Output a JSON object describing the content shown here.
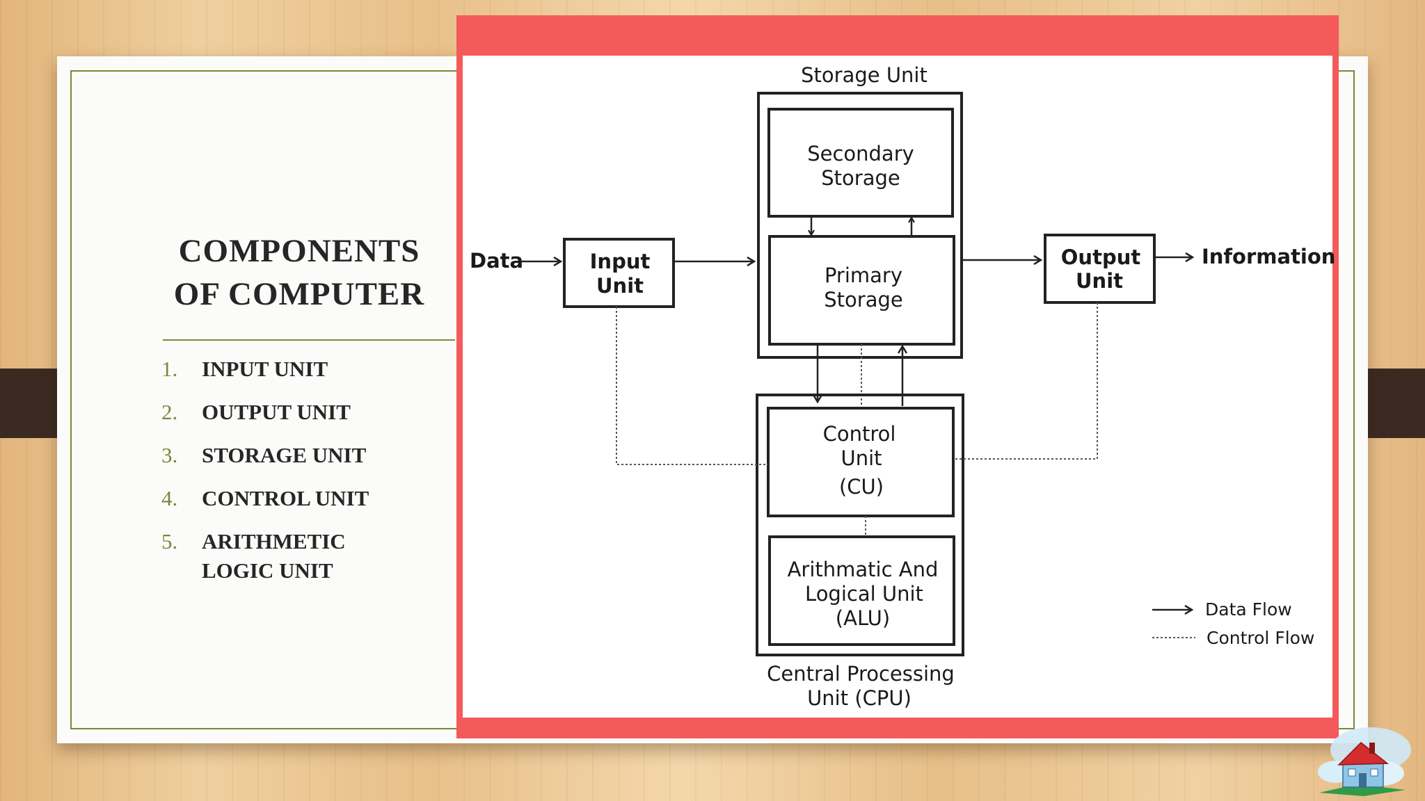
{
  "slide": {
    "title_line1": "COMPONENTS",
    "title_line2": "OF COMPUTER",
    "list": [
      {
        "num": "1.",
        "text": "INPUT UNIT"
      },
      {
        "num": "2.",
        "text": "OUTPUT UNIT"
      },
      {
        "num": "3.",
        "text": "STORAGE UNIT"
      },
      {
        "num": "4.",
        "text": "CONTROL UNIT"
      },
      {
        "num": "5.",
        "text": "ARITHMETIC LOGIC UNIT"
      }
    ]
  },
  "diagram": {
    "storage_unit_label": "Storage Unit",
    "secondary_storage": [
      "Secondary",
      "Storage"
    ],
    "primary_storage": [
      "Primary",
      "Storage"
    ],
    "data_label": "Data",
    "input_unit": [
      "Input",
      "Unit"
    ],
    "output_unit": [
      "Output",
      "Unit"
    ],
    "information_label": "Information",
    "control_unit": [
      "Control",
      "Unit",
      "(CU)"
    ],
    "alu": [
      "Arithmatic And",
      "Logical Unit",
      "(ALU)"
    ],
    "cpu_label": [
      "Central Processing",
      "Unit (CPU)"
    ],
    "legend": {
      "data_flow": "Data Flow",
      "control_flow": "Control Flow"
    }
  },
  "colors": {
    "accent_green": "#76893a",
    "frame_red": "#f45a5a",
    "strap": "#3a2a22"
  }
}
